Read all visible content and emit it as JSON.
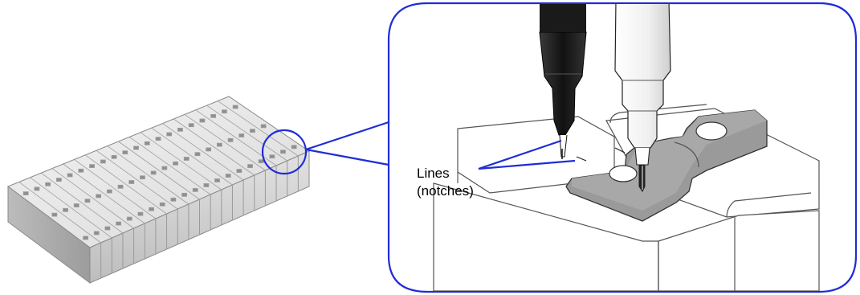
{
  "callout": {
    "line1": "Lines",
    "line2": "(notches)"
  },
  "colors": {
    "callout_blue": "#1f2cd6",
    "module_light": "#ededed",
    "module_mid": "#d4d4d4",
    "module_dark": "#a9a9a9",
    "busbar_gray": "#9a9a9a",
    "tool_black": "#1a1a1a"
  },
  "icons": [
    "battery-pack-illustration",
    "busbar-closeup-illustration",
    "probe-tool-icon",
    "soldering-tool-icon"
  ]
}
